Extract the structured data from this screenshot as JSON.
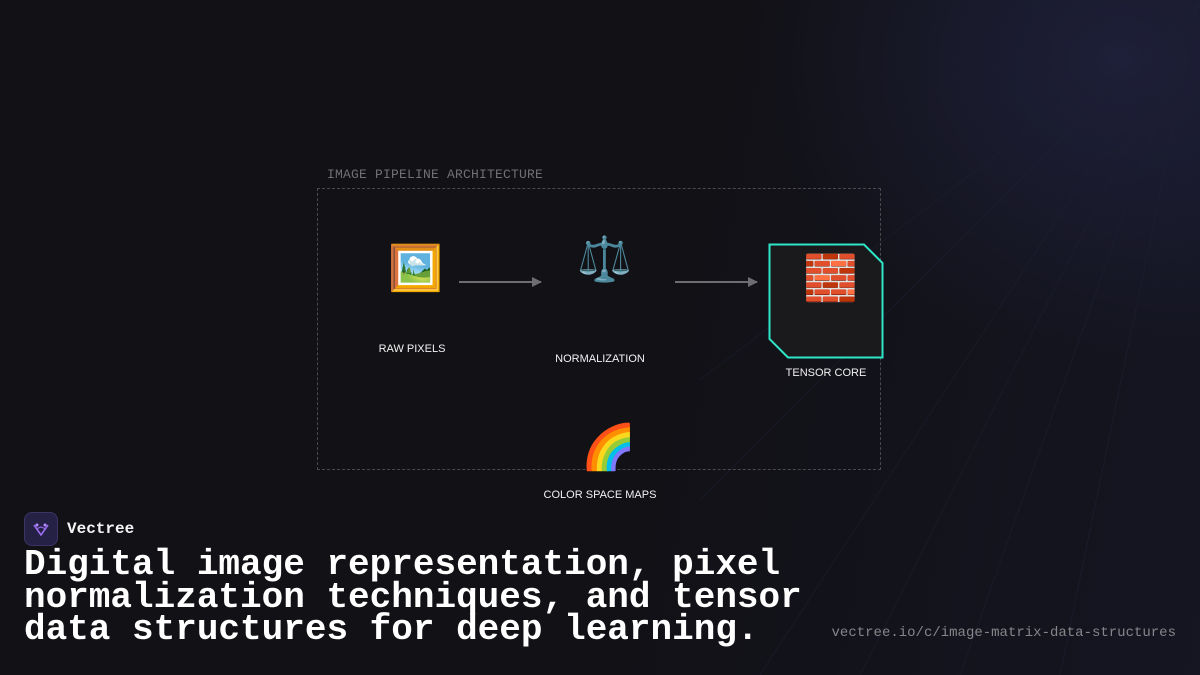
{
  "diagram": {
    "title": "IMAGE PIPELINE ARCHITECTURE",
    "nodes": [
      {
        "id": "raw",
        "icon": "framed-picture-icon",
        "glyph": "🖼️",
        "label": "RAW PIXELS"
      },
      {
        "id": "norm",
        "icon": "balance-scale-icon",
        "glyph": "⚖️",
        "label": "NORMALIZATION"
      },
      {
        "id": "tensor",
        "icon": "brick-icon",
        "glyph": "🧱",
        "label": "TENSOR CORE"
      },
      {
        "id": "color",
        "icon": "rainbow-icon",
        "glyph": "🌈",
        "label": "COLOR SPACE MAPS"
      }
    ],
    "edges": [
      {
        "from": "raw",
        "to": "norm"
      },
      {
        "from": "norm",
        "to": "tensor"
      }
    ],
    "colors": {
      "accent": "#2ee6c8",
      "frame": "#4a4a4e",
      "arrow": "#6e6e72"
    }
  },
  "brand": {
    "name": "Vectree",
    "logo_icon": "vectree-logo-icon",
    "logo_color": "#9b6cf0"
  },
  "headline": "Digital image representation, pixel normalization techniques, and tensor data structures for deep learning.",
  "url": "vectree.io/c/image-matrix-data-structures"
}
